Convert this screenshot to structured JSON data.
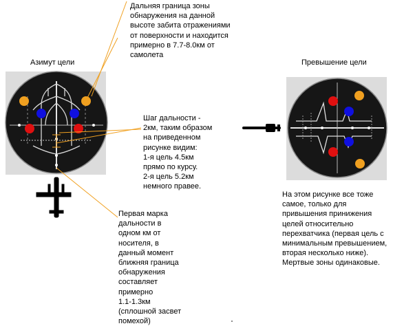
{
  "titles": {
    "azimuth": "Азимут цели",
    "elevation": "Превышение цели"
  },
  "notes": {
    "far_boundary": "Дальняя граница зоны\nобнаружения на данной\nвысоте забита отражениями\nот поверхности и находится\nпримерно в 7.7-8.0км от\nсамолета",
    "range_step": "Шаг дальности -\n2км, таким образом\nна приведенном\nрисунке видим:\n1-я цель 4.5км\nпрямо по курсу.\n2-я цель 5.2км\nнемного правее.",
    "first_mark": "Первая марка\nдальности в\nодном км от\nносителя, в\nданный момент\nближняя граница\nобнаружения\nсоставляет\nпримерно\n1.1-1.3км\n(сплошной засвет\nпомехой)",
    "elevation_note": "На этом рисунке все тоже\nсамое, только для\nпривышения принижения\nцелей относительно\nперехватчика (первая цель с\nминимальным превышением,\nвторая несколько ниже).\nМертвые зоны одинаковые."
  },
  "colors": {
    "note_line": "#f0a020",
    "marker_orange": "#f0a020",
    "marker_blue": "#1010e0",
    "marker_red": "#e01010",
    "scope_dark": "#161616"
  }
}
